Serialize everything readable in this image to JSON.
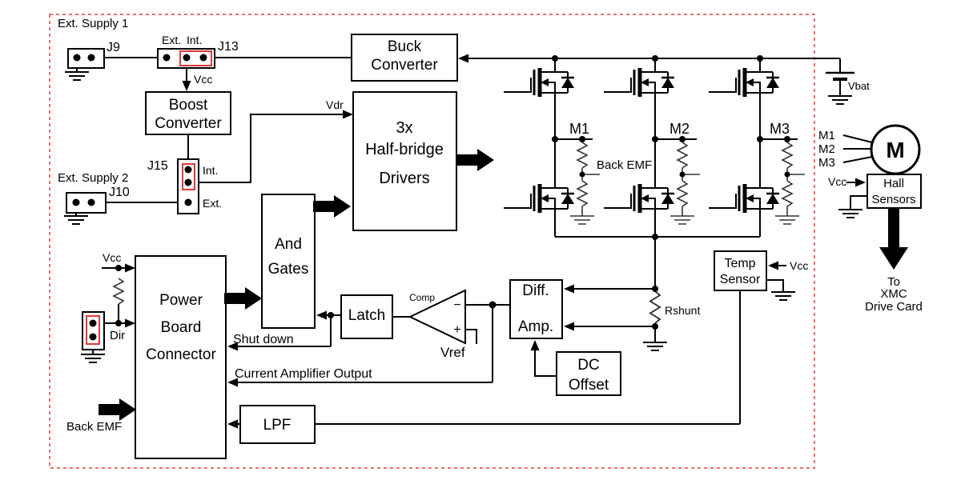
{
  "colors": {
    "boundary": "#f26d6d",
    "pin_highlight": "#e53935",
    "wire": "#000000",
    "background": "#ffffff"
  },
  "connectors": {
    "ext_supply_1": "Ext. Supply 1",
    "j9": "J9",
    "j13": "J13",
    "j13_ext": "Ext.",
    "j13_int": "Int.",
    "j13_vcc": "Vcc",
    "j15": "J15",
    "j15_int": "Int.",
    "j15_ext": "Ext.",
    "ext_supply_2": "Ext. Supply 2",
    "j10": "J10",
    "dir": "Dir",
    "dir_vcc": "Vcc"
  },
  "blocks": {
    "buck": [
      "Buck",
      "Converter"
    ],
    "boost": [
      "Boost",
      "Converter"
    ],
    "drivers": [
      "3x",
      "Half-bridge",
      "Drivers"
    ],
    "and_gates": [
      "And",
      "Gates"
    ],
    "power_board_connector": [
      "Power",
      "Board",
      "Connector"
    ],
    "latch": [
      "Latch"
    ],
    "diff_amp": [
      "Diff.",
      "Amp."
    ],
    "dc_offset": [
      "DC",
      "Offset"
    ],
    "temp_sensor": [
      "Temp",
      "Sensor"
    ],
    "lpf": [
      "LPF"
    ],
    "hall_sensors": [
      "Hall",
      "Sensors"
    ]
  },
  "bridge": {
    "vdr": "Vdr",
    "m1": "M1",
    "m2": "M2",
    "m3": "M3",
    "back_emf": "Back EMF",
    "rshunt": "Rshunt",
    "vbat": "Vbat"
  },
  "motor": {
    "m1": "M1",
    "m2": "M2",
    "m3": "M3",
    "symbol": "M",
    "hall_vcc": "Vcc",
    "to_xmc": [
      "To",
      "XMC",
      "Drive Card"
    ]
  },
  "signals": {
    "shut_down": "Shut down",
    "current_amplifier_output": "Current Amplifier Output",
    "back_emf_input": "Back EMF",
    "comp": "Comp",
    "minus": "−",
    "plus": "+",
    "vref": "Vref",
    "temp_vcc": "Vcc"
  }
}
